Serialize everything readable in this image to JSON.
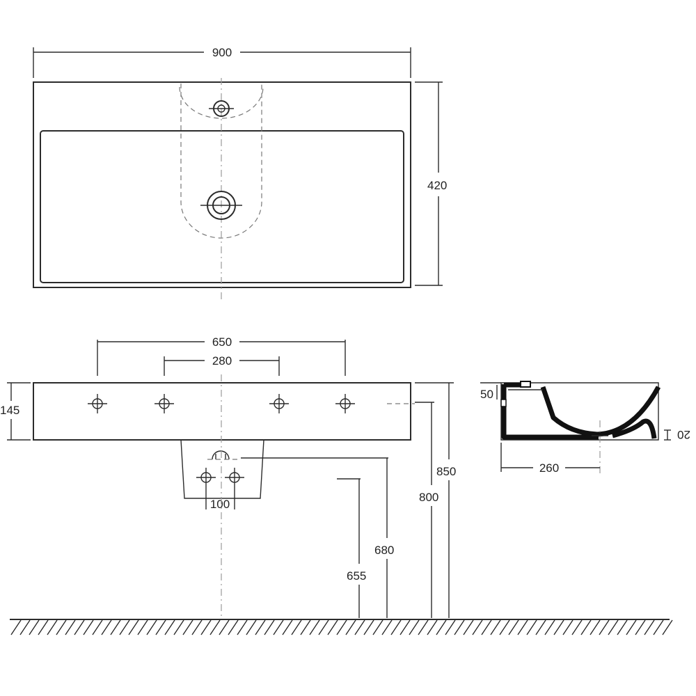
{
  "dimensions": {
    "top_width": "900",
    "top_depth": "420",
    "tap_hole_spacing_outer": "650",
    "tap_hole_spacing_inner": "280",
    "basin_height": "145",
    "trap_hole_spacing": "100",
    "height_to_rim": "850",
    "height_to_waste": "800",
    "height_to_trap": "680",
    "height_to_supply": "655",
    "section_rim_depth": "50",
    "section_bottom_thickness": "20",
    "section_drain_offset": "260"
  },
  "colors": {
    "line": "#2b2b2b",
    "hidden_line": "#777777",
    "background": "#ffffff"
  }
}
